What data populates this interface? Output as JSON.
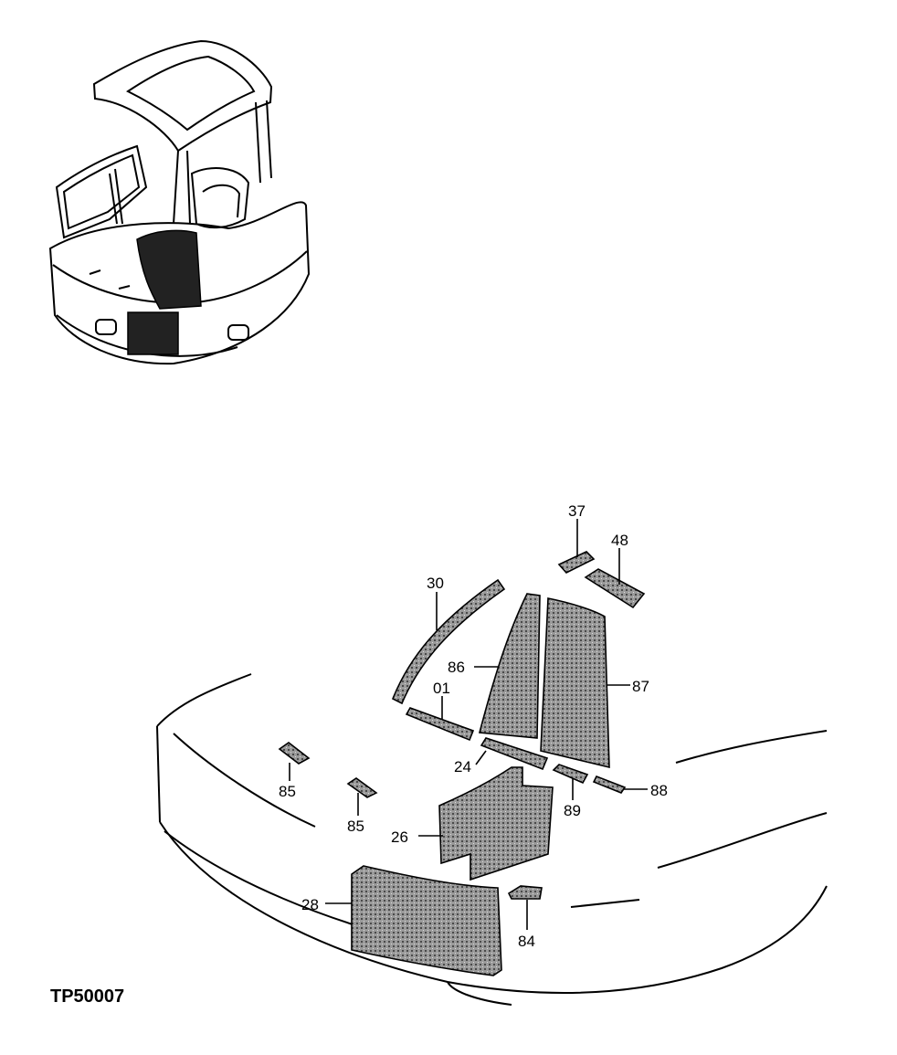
{
  "document_id": "TP50007",
  "callouts": [
    {
      "id": "37",
      "label": "37"
    },
    {
      "id": "48",
      "label": "48"
    },
    {
      "id": "30",
      "label": "30"
    },
    {
      "id": "86",
      "label": "86"
    },
    {
      "id": "87",
      "label": "87"
    },
    {
      "id": "01",
      "label": "01"
    },
    {
      "id": "24",
      "label": "24"
    },
    {
      "id": "85a",
      "label": "85"
    },
    {
      "id": "85b",
      "label": "85"
    },
    {
      "id": "89",
      "label": "89"
    },
    {
      "id": "88",
      "label": "88"
    },
    {
      "id": "26",
      "label": "26"
    },
    {
      "id": "28",
      "label": "28"
    },
    {
      "id": "84",
      "label": "84"
    }
  ]
}
